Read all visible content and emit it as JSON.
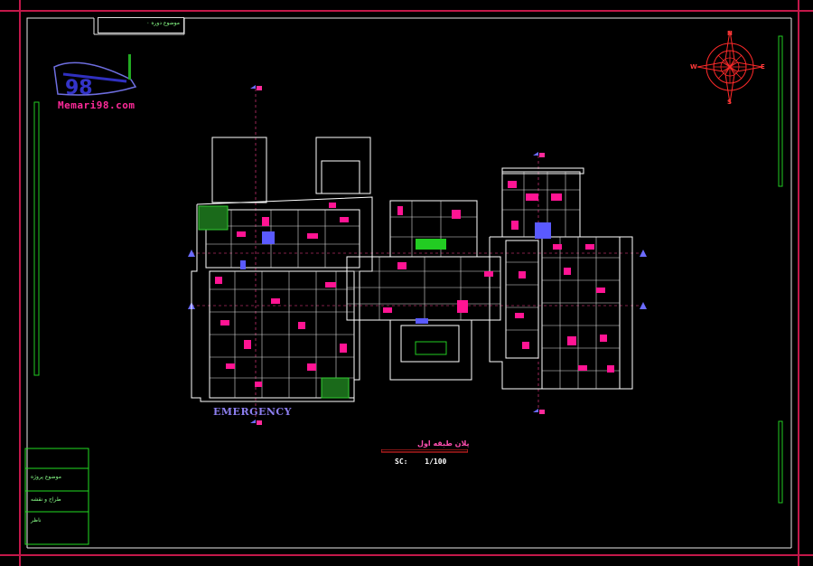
{
  "drawing": {
    "brand_url": "Memari98.com",
    "top_note": "موضوع دوره ۰",
    "emergency_label": "EMERGENCY",
    "plan_title": "پلان طبقه اول",
    "scale_label": "SC:",
    "scale_value": "1/100"
  },
  "title_block": {
    "rows": [
      "موضوع پروژه",
      "طراح و نقشه",
      "ناظر"
    ]
  },
  "compass": {
    "n": "N",
    "s": "S",
    "w": "W",
    "e": "E"
  },
  "colors": {
    "frame": "#c2184a",
    "inner_frame": "#e8e8e8",
    "walls": "#ffffff",
    "furniture": "#ff1493",
    "grid_marker": "#3a3aff",
    "accent_green": "#22ff22",
    "hatch_green": "#1a8a1a",
    "background": "#000000"
  },
  "icons": [
    "logo-icon",
    "compass-icon",
    "section-marker-icon"
  ]
}
